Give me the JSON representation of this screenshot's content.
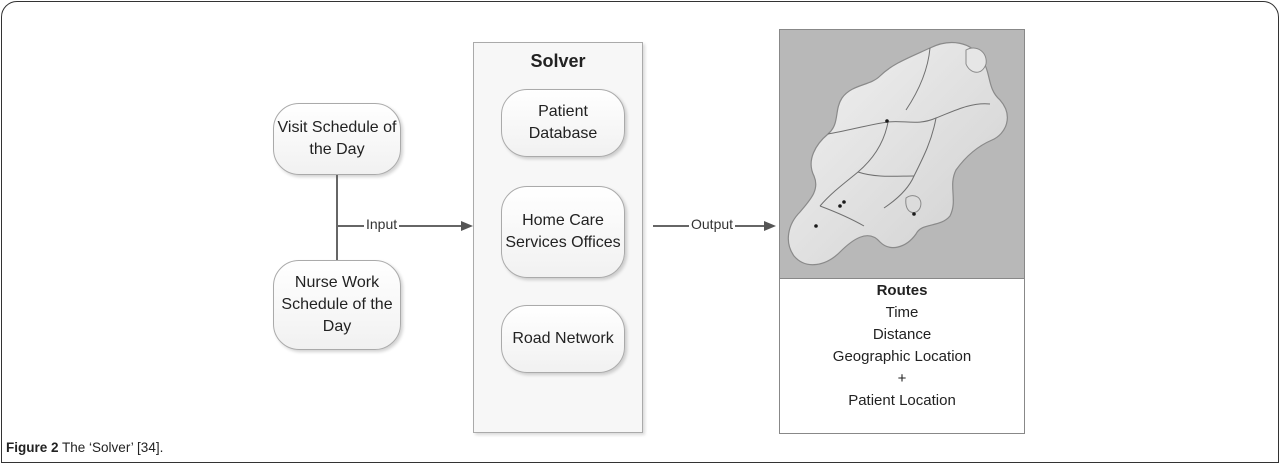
{
  "inputs": {
    "visit_schedule": "Visit Schedule of the Day",
    "nurse_schedule": "Nurse Work Schedule of the Day"
  },
  "solver": {
    "title": "Solver",
    "components": [
      "Patient Database",
      "Home Care Services Offices",
      "Road Network"
    ]
  },
  "edges": {
    "input_label": "Input",
    "output_label": "Output"
  },
  "output": {
    "title": "Routes",
    "lines": [
      "Time",
      "Distance",
      "Geographic Location",
      "+",
      "Patient Location"
    ]
  },
  "caption": {
    "label": "Figure 2",
    "text": "The ‘Solver’ [34]."
  },
  "colors": {
    "box_border": "#aaaaaa",
    "map_fill": "#b8b8b8",
    "edge": "#666666"
  }
}
